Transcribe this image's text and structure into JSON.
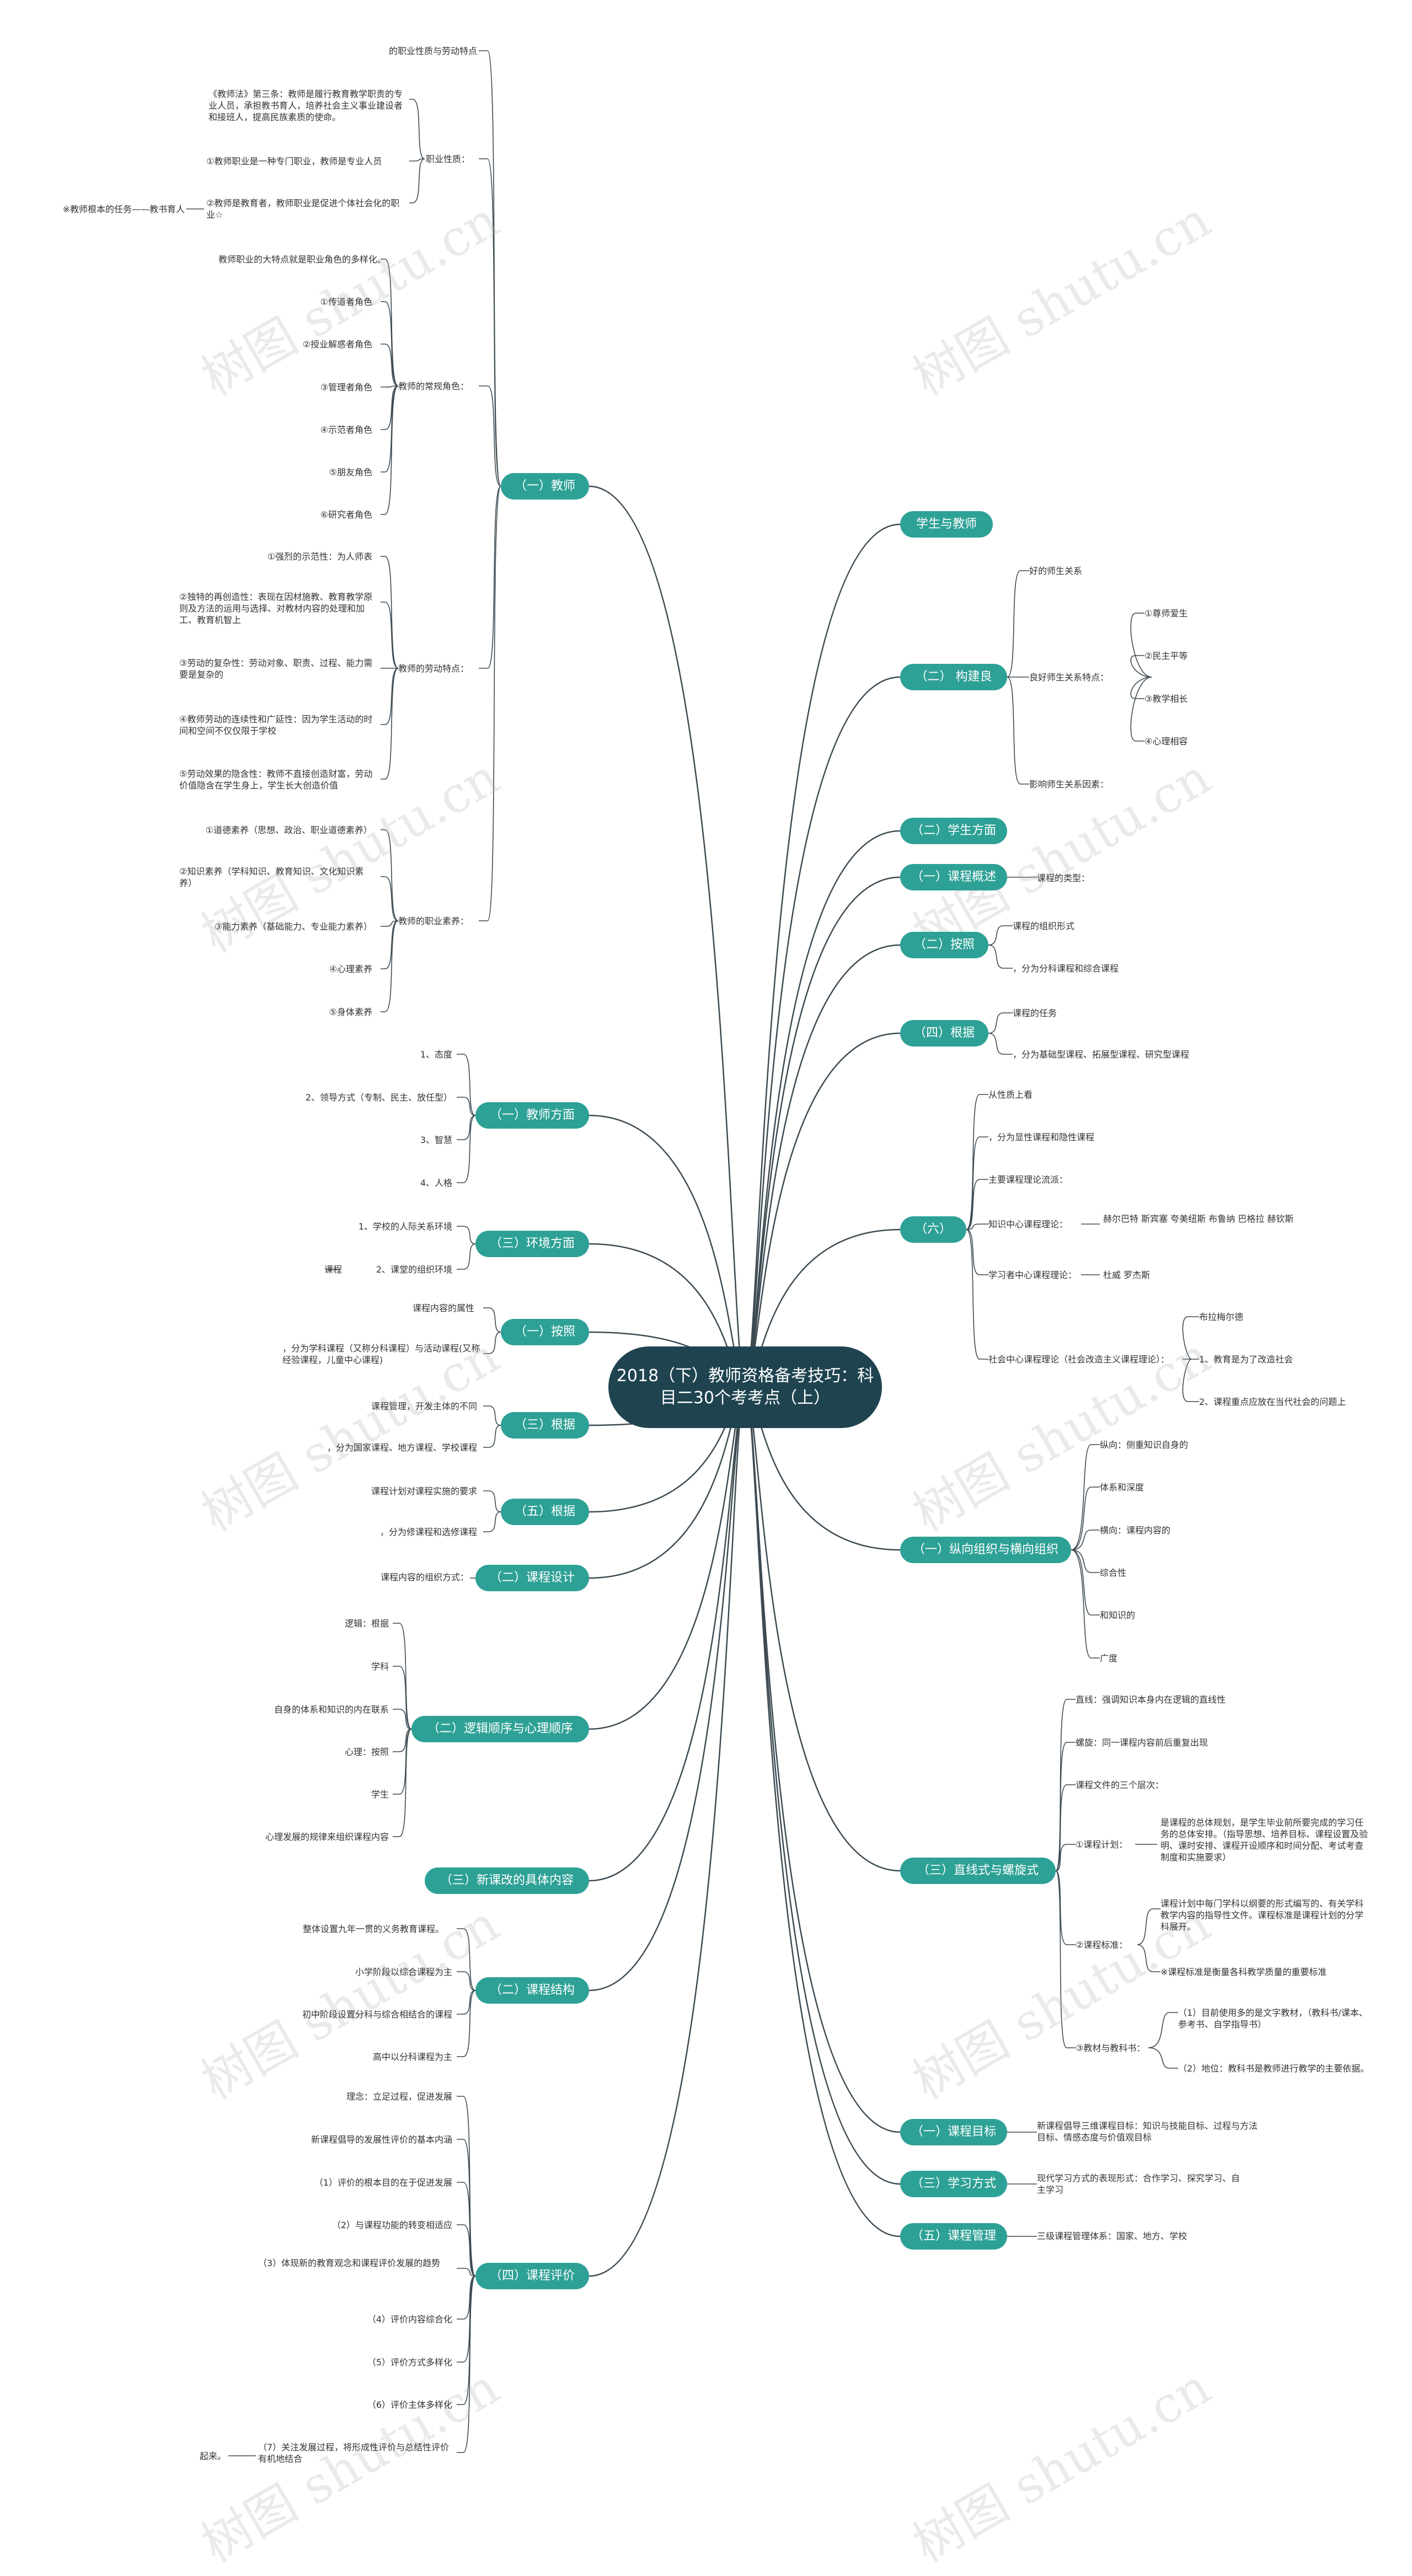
{
  "root": "2018（下）教师资格备考技巧：科目二30个考考点（上）",
  "watermark": "树图 shutu.cn",
  "colors": {
    "branch": "#2ea196",
    "root": "#1f4450",
    "line": "#3d4a52"
  },
  "left": {
    "teacher": {
      "label": "（一）教师",
      "items": {
        "i1": "的职业性质与劳动特点",
        "career": "职业性质：",
        "law": "《教师法》第三条：教师是履行教育教学职责的专业人员，承担教书育人，培养社会主义事业建设者和接班人，提高民族素质的使命。",
        "prof": "①教师职业是一种专门职业，教师是专业人员",
        "edu": "②教师是教育者，教师职业是促进个体社会化的职业☆",
        "task": "※教师根本的任务——教书育人",
        "role": "教师的常规角色：",
        "r0": "教师职业的大特点就是职业角色的多样化。",
        "r1": "①传道者角色",
        "r2": "②授业解惑者角色",
        "r3": "③管理者角色",
        "r4": "④示范者角色",
        "r5": "⑤朋友角色",
        "r6": "⑥研究者角色",
        "labor": "教师的劳动特点：",
        "l1": "①强烈的示范性：为人师表",
        "l2": "②独特的再创造性：表现在因材施教、教育教学原则及方法的运用与选择、对教材内容的处理和加工、教育机智上",
        "l3": "③劳动的复杂性：劳动对象、职责、过程、能力需要是复杂的",
        "l4": "④教师劳动的连续性和广延性：因为学生活动的时间和空间不仅仅限于学校",
        "l5": "⑤劳动效果的隐含性：教师不直接创造财富，劳动价值隐含在学生身上，学生长大创造价值",
        "qual": "教师的职业素养：",
        "q1": "①道德素养（思想、政治、职业道德素养）",
        "q2": "②知识素养（学科知识、教育知识、文化知识素养）",
        "q3": "③能力素养（基础能力、专业能力素养）",
        "q4": "④心理素养",
        "q5": "⑤身体素养"
      }
    },
    "teacherSide": {
      "label": "（一）教师方面",
      "items": [
        "1、态度",
        "2、领导方式（专制、民主、放任型）",
        "3、智慧",
        "4、人格"
      ]
    },
    "env": {
      "label": "（三）环境方面",
      "i1": "1、学校的人际关系环境",
      "i2": "2、课堂的组织环境",
      "pre": "课程"
    },
    "anzhao": {
      "label": "（一）按照",
      "i1": "课程内容的属性",
      "i2": "，分为学科课程（又称分科课程）与活动课程(又称经验课程，儿童中心课程)"
    },
    "genju3": {
      "label": "（三）根据",
      "i1": "课程管理，开发主体的不同",
      "i2": "，分为国家课程、地方课程、学校课程"
    },
    "genju5": {
      "label": "（五）根据",
      "i1": "课程计划对课程实施的要求",
      "i2": "，分为修课程和选修课程"
    },
    "design": {
      "label": "（二）课程设计",
      "i1": "课程内容的组织方式："
    },
    "logic": {
      "label": "（二）逻辑顺序与心理顺序",
      "items": [
        "逻辑：根据",
        "学科",
        "自身的体系和知识的内在联系",
        "心理：按照",
        "学生",
        "心理发展的规律来组织课程内容"
      ]
    },
    "newreform": {
      "label": "（三）新课改的具体内容"
    },
    "structure": {
      "label": "（二）课程结构",
      "items": [
        "整体设置九年一贯的义务教育课程。",
        "小学阶段以综合课程为主",
        "初中阶段设置分科与综合相结合的课程",
        "高中以分科课程为主"
      ]
    },
    "eval": {
      "label": "（四）课程评价",
      "items": [
        "理念：立足过程，促进发展",
        "新课程倡导的发展性评价的基本内涵",
        "（1）评价的根本目的在于促进发展",
        "（2）与课程功能的转变相适应",
        "（3）体现新的教育观念和课程评价发展的趋势",
        "（4）评价内容综合化",
        "（5）评价方式多样化",
        "（6）评价主体多样化",
        "（7）关注发展过程，将形成性评价与总结性评价有机地结合"
      ],
      "end": "起来。"
    }
  },
  "right": {
    "stuTeacher": {
      "label": "学生与教师"
    },
    "build": {
      "label": "（二） 构建良",
      "good": "好的师生关系",
      "sub": "良好师生关系特点：",
      "items": [
        "①尊师爱生",
        "②民主平等",
        "③教学相长",
        "④心理相容"
      ],
      "affect": "影响师生关系因素："
    },
    "stuSide": {
      "label": "（二）学生方面"
    },
    "overview": {
      "label": "（一）课程概述",
      "i1": "课程的类型："
    },
    "anzhao2": {
      "label": "（二）按照",
      "i1": "课程的组织形式",
      "i2": "，分为分科课程和综合课程"
    },
    "genju4": {
      "label": "（四）根据",
      "i1": "课程的任务",
      "i2": "，分为基础型课程、拓展型课程、研究型课程"
    },
    "six": {
      "label": "（六）",
      "i1": "从性质上看",
      "i2": "，分为显性课程和隐性课程",
      "i3": "主要课程理论流派：",
      "i4": "知识中心课程理论：",
      "i4v": "赫尔巴特 斯宾塞 夸美纽斯 布鲁纳 巴格拉 赫钦斯",
      "i5": "学习者中心课程理论：",
      "i5v": "杜威 罗杰斯",
      "i6": "社会中心课程理论（社会改造主义课程理论）：",
      "i6a": "布拉梅尔德",
      "i6b": "1、教育是为了改造社会",
      "i6c": "2、课程重点应放在当代社会的问题上"
    },
    "vert": {
      "label": "（一）纵向组织与横向组织",
      "items": [
        "纵向：侧重知识自身的",
        "体系和深度",
        "横向：课程内容的",
        "综合性",
        "和知识的",
        "广度"
      ]
    },
    "spiral": {
      "label": "（三）直线式与螺旋式",
      "s1": "直线：强调知识本身内在逻辑的直线性",
      "s2": "螺旋：同一课程内容前后重复出现",
      "s3": "课程文件的三个层次：",
      "s4": "①课程计划：",
      "s4v": "是课程的总体规划，是学生毕业前所要完成的学习任务的总体安排。（指导思想、培养目标、课程设置及验明、课时安排、课程开设顺序和时间分配、考试考查制度和实施要求）",
      "s5": "②课程标准：",
      "s5a": "课程计划中每门学科以纲要的形式编写的、有关学科教学内容的指导性文件。课程标准是课程计划的分学科展开。",
      "s5b": "※课程标准是衡量各科教学质量的重要标准",
      "s6": "③教材与教科书：",
      "s6a": "（1）目前使用多的是文字教材，（教科书/课本、参考书、自学指导书）",
      "s6b": "（2）地位：教科书是教师进行教学的主要依据。"
    },
    "goal": {
      "label": "（一）课程目标",
      "i1": "新课程倡导三维课程目标：知识与技能目标、过程与方法目标、情感态度与价值观目标"
    },
    "learn": {
      "label": "（三）学习方式",
      "i1": "现代学习方式的表现形式：合作学习、探究学习、自主学习"
    },
    "manage": {
      "label": "（五）课程管理",
      "i1": "三级课程管理体系：国家、地方、学校"
    }
  }
}
